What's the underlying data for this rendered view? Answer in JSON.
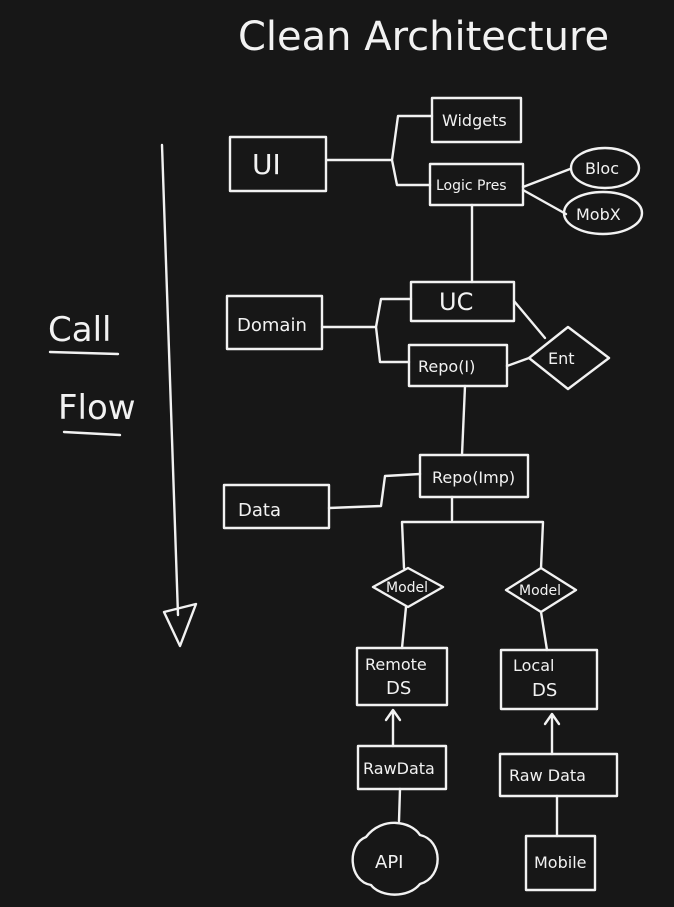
{
  "title": "Clean Architecture",
  "side_label": {
    "line1": "Call",
    "line2": "Flow"
  },
  "layers": {
    "ui": "UI",
    "domain": "Domain",
    "data": "Data"
  },
  "nodes": {
    "widgets": "Widgets",
    "logic_pres": "Logic Pres",
    "bloc": "Bloc",
    "mobx": "MobX",
    "uc": "UC",
    "repo_interface": "Repo(I)",
    "ent": "Ent",
    "repo_impl": "Repo(Imp)",
    "model_left": "Model",
    "model_right": "Model",
    "remote_ds": {
      "line1": "Remote",
      "line2": "DS"
    },
    "local_ds": {
      "line1": "Local",
      "line2": "DS"
    },
    "raw_data_left": "RawData",
    "raw_data_right": "Raw Data",
    "api": "API",
    "mobile": "Mobile"
  }
}
